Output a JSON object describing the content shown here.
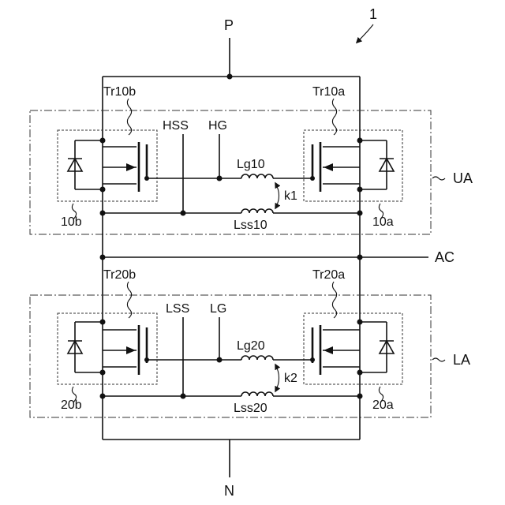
{
  "figure_number": "1",
  "terminals": {
    "positive": "P",
    "negative": "N",
    "output": "AC"
  },
  "units": {
    "upper": "UA",
    "lower": "LA"
  },
  "upper": {
    "transistor_left": "Tr10b",
    "transistor_right": "Tr10a",
    "module_left": "10b",
    "module_right": "10a",
    "source_signal": "HSS",
    "gate_signal": "HG",
    "gate_inductor": "Lg10",
    "source_inductor": "Lss10",
    "coupling": "k1"
  },
  "lower": {
    "transistor_left": "Tr20b",
    "transistor_right": "Tr20a",
    "module_left": "20b",
    "module_right": "20a",
    "source_signal": "LSS",
    "gate_signal": "LG",
    "gate_inductor": "Lg20",
    "source_inductor": "Lss20",
    "coupling": "k2"
  }
}
